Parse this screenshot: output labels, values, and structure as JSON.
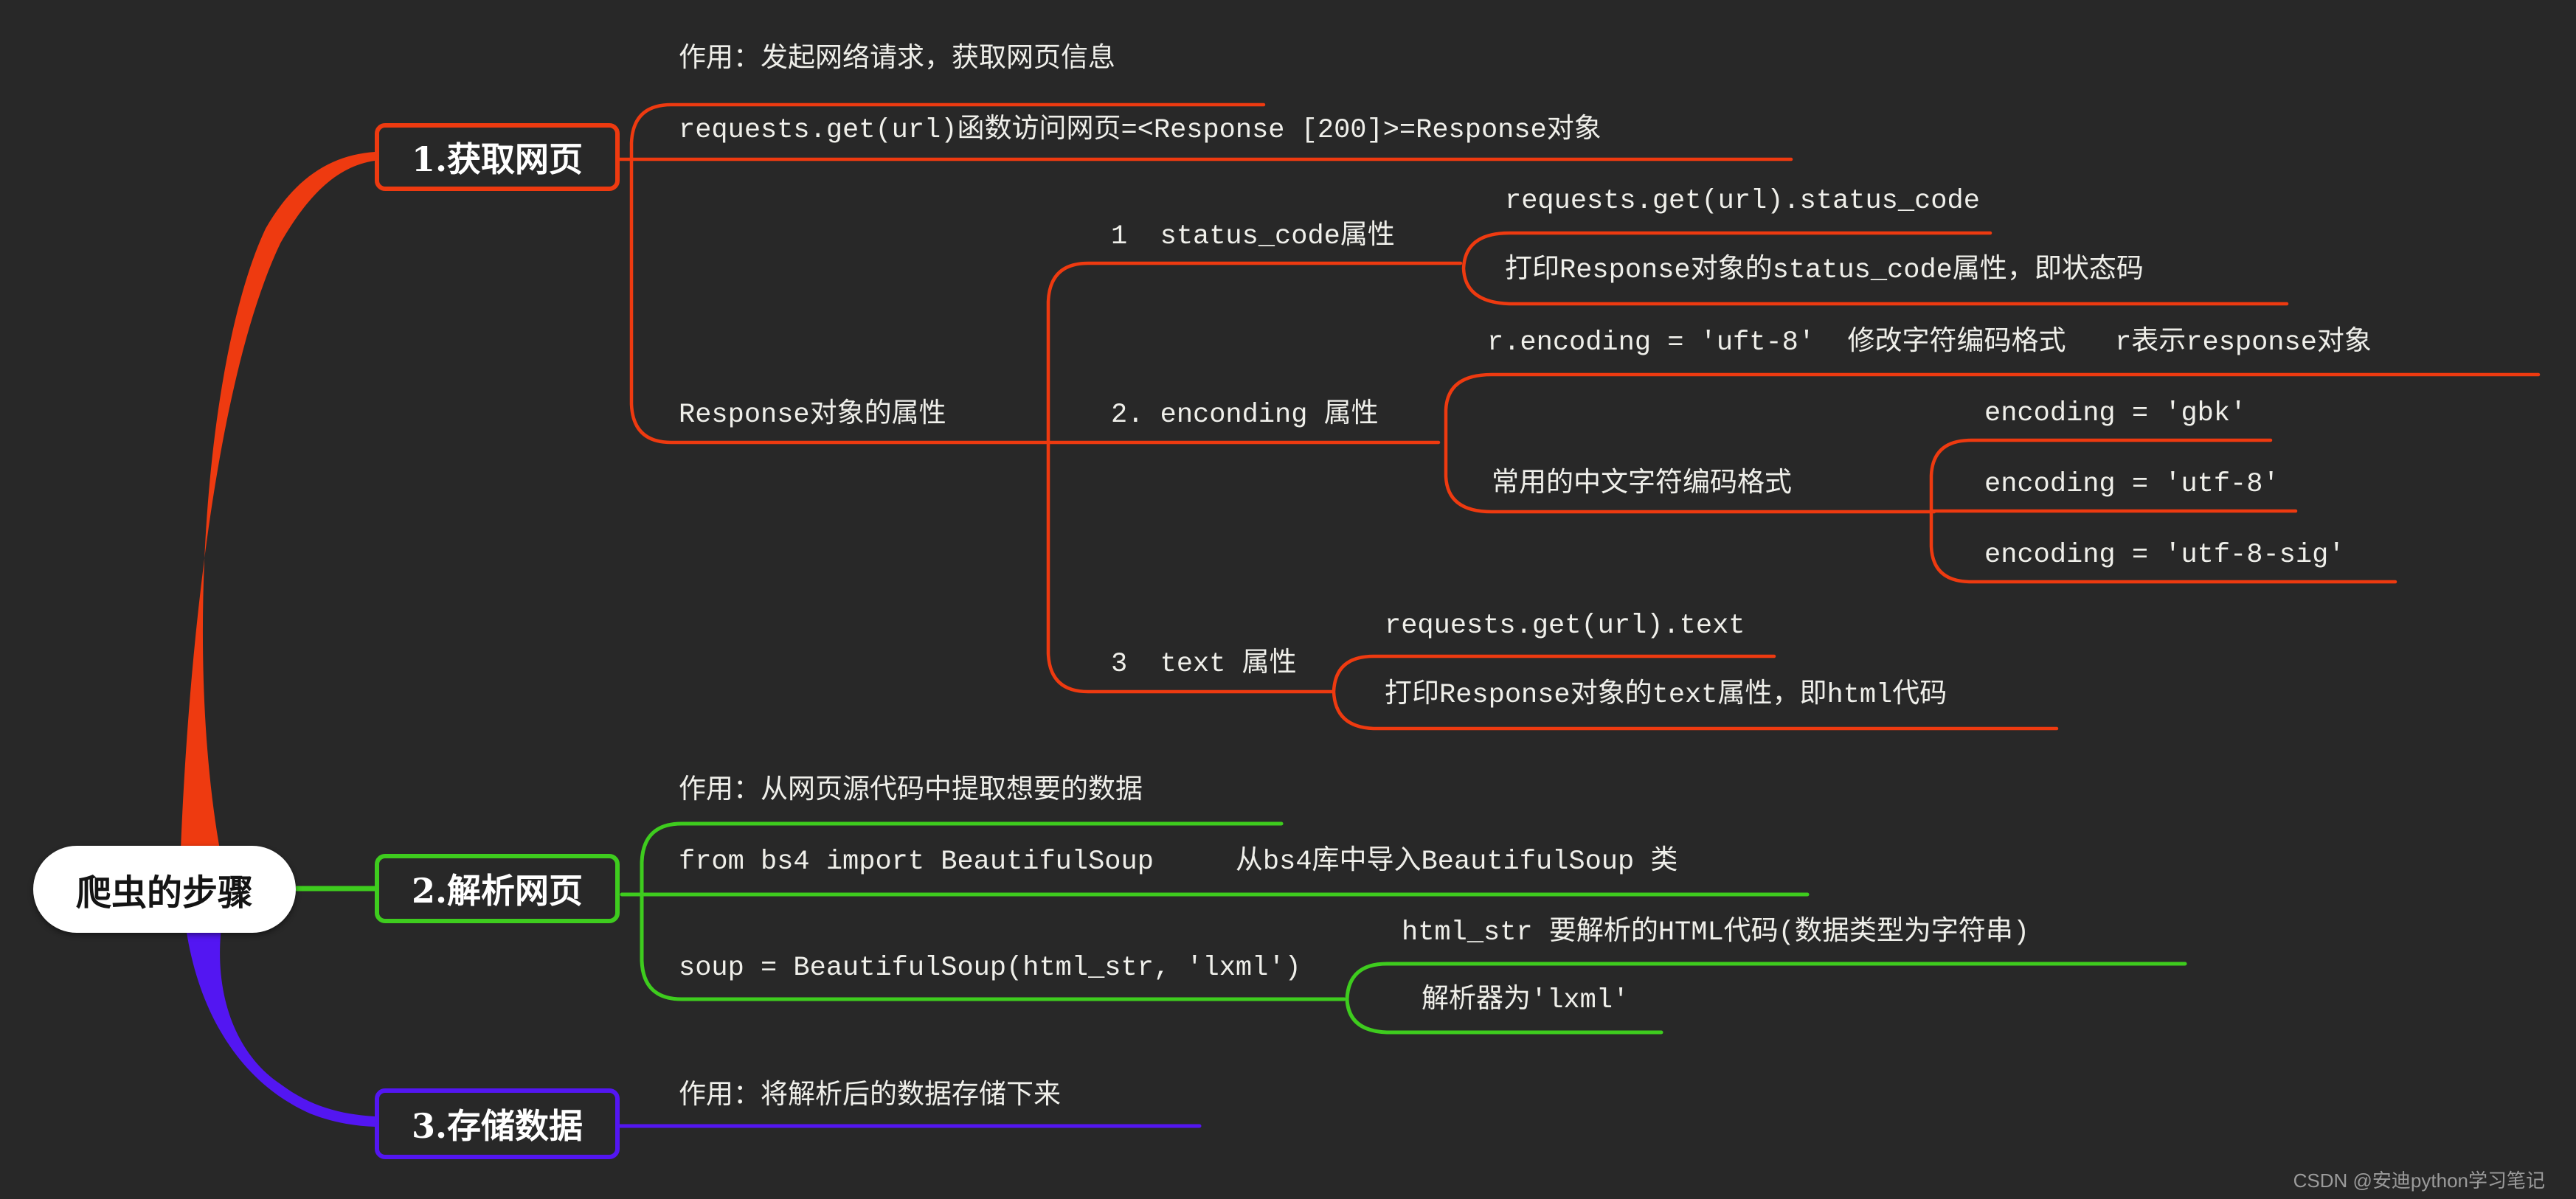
{
  "root": {
    "label": "爬虫的步骤"
  },
  "watermark": "CSDN @安迪python学习笔记",
  "colors": {
    "background": "#282828",
    "branch_fetch": "#ee3a10",
    "branch_parse": "#3ecc1e",
    "branch_store": "#5316f2",
    "root_background": "#ffffff",
    "leaf_text": "#efefea"
  },
  "nodes": {
    "fetch": {
      "label": "1.获取网页"
    },
    "parse": {
      "label": "2.解析网页"
    },
    "store": {
      "label": "3.存储数据"
    }
  },
  "texts": {
    "fetch_purpose": "作用：发起网络请求，获取网页信息",
    "fetch_requests_get": "requests.get(url)函数访问网页=<Response [200]>=Response对象",
    "response_attrs": "Response对象的属性",
    "status_code_attr": "1  status_code属性",
    "status_code_usage": "requests.get(url).status_code",
    "status_code_desc": "打印Response对象的status_code属性，即状态码",
    "encoding_attr": "2. enconding 属性",
    "encoding_usage": "r.encoding = 'uft-8'  修改字符编码格式   r表示response对象",
    "encoding_common": "常用的中文字符编码格式",
    "encoding_gbk": "encoding = 'gbk'",
    "encoding_utf8": "encoding = 'utf-8'",
    "encoding_utf8sig": "encoding = 'utf-8-sig'",
    "text_attr": "3  text 属性",
    "text_usage": "requests.get(url).text",
    "text_desc": "打印Response对象的text属性，即html代码",
    "parse_purpose": "作用：从网页源代码中提取想要的数据",
    "parse_import": "from bs4 import BeautifulSoup     从bs4库中导入BeautifulSoup 类",
    "parse_soup": "soup = BeautifulSoup(html_str, 'lxml')",
    "parse_htmlstr": "html_str 要解析的HTML代码(数据类型为字符串)",
    "parse_parser": "解析器为'lxml'",
    "store_purpose": "作用：将解析后的数据存储下来"
  }
}
